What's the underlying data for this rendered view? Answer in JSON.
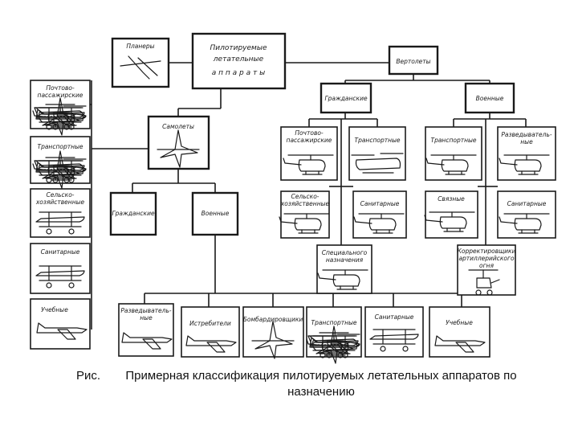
{
  "diagram": {
    "root": [
      "Пилотируемые",
      "летательные",
      "а п п а р а т ы"
    ],
    "gliders": "Планеры",
    "helicopters": "Вертолеты",
    "airplanes": "Самолеты",
    "helicopter_branches": {
      "civil": "Гражданские",
      "military": "Военные"
    },
    "airplane_branches": {
      "civil": "Гражданские",
      "military": "Военные"
    },
    "civil_airplanes": [
      [
        "Почтово-",
        "пассажирские"
      ],
      [
        "Транспортные"
      ],
      [
        "Сельско-",
        "хозяйственные"
      ],
      [
        "Санитарные"
      ],
      [
        "Учебные"
      ]
    ],
    "civil_helicopters": [
      [
        "Почтово-",
        "пассажирские"
      ],
      [
        "Транспортные"
      ],
      [
        "Сельско-",
        "хозяйственные"
      ],
      [
        "Санитарные"
      ],
      [
        "Специального",
        "назначения"
      ]
    ],
    "military_helicopters": [
      [
        "Транспортные"
      ],
      [
        "Разведыватель-",
        "ные"
      ],
      [
        "Связные"
      ],
      [
        "Санитарные"
      ],
      [
        "Корректировщики",
        "артиллерийского",
        "огня"
      ]
    ],
    "military_airplanes": [
      [
        "Разведыватель-",
        "ные"
      ],
      [
        "Истребители"
      ],
      [
        "Бомбардировщики"
      ],
      [
        "Транспортные"
      ],
      [
        "Санитарные"
      ],
      [
        "Учебные"
      ]
    ]
  },
  "caption": {
    "prefix": "Рис.",
    "text": "Примерная классификация пилотируемых летательных аппаратов по назначению"
  }
}
